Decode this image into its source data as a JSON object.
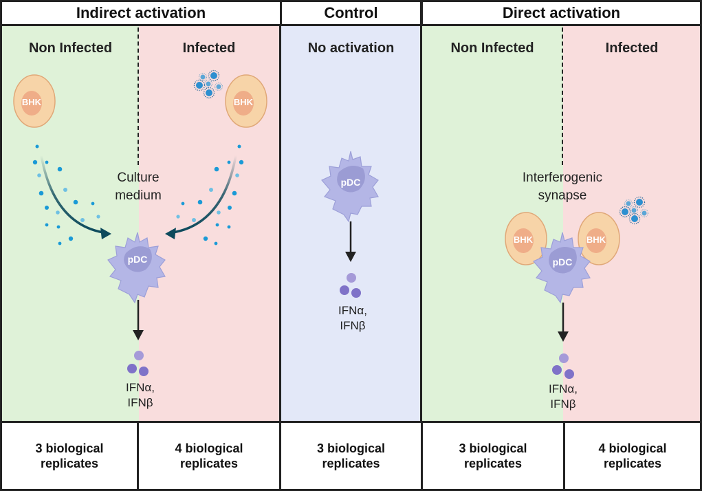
{
  "headers": {
    "indirect": "Indirect activation",
    "control": "Control",
    "direct": "Direct activation"
  },
  "subheaders": {
    "indirect_non_infected": "Non Infected",
    "indirect_infected": "Infected",
    "control": "No activation",
    "direct_non_infected": "Non Infected",
    "direct_infected": "Infected"
  },
  "cells": {
    "bhk": "BHK",
    "pdc": "pDC"
  },
  "labels": {
    "culture_medium_line1": "Culture",
    "culture_medium_line2": "medium",
    "synapse_line1": "Interferogenic",
    "synapse_line2": "synapse",
    "ifn_line1": "IFNα,",
    "ifn_line2": "IFNβ"
  },
  "footer": [
    {
      "line1": "3 biological",
      "line2": "replicates"
    },
    {
      "line1": "4 biological",
      "line2": "replicates"
    },
    {
      "line1": "3 biological",
      "line2": "replicates"
    },
    {
      "line1": "3 biological",
      "line2": "replicates"
    },
    {
      "line1": "4 biological",
      "line2": "replicates"
    }
  ],
  "colors": {
    "non_infected_bg": "#dff2d8",
    "infected_bg": "#f9dddd",
    "control_bg": "#e3e8f8",
    "bhk_cell": "#f7d4a8",
    "pdc_cell": "#b4b6e6",
    "virus": "#2d8fd0",
    "arrow": "#0d4a5c"
  }
}
